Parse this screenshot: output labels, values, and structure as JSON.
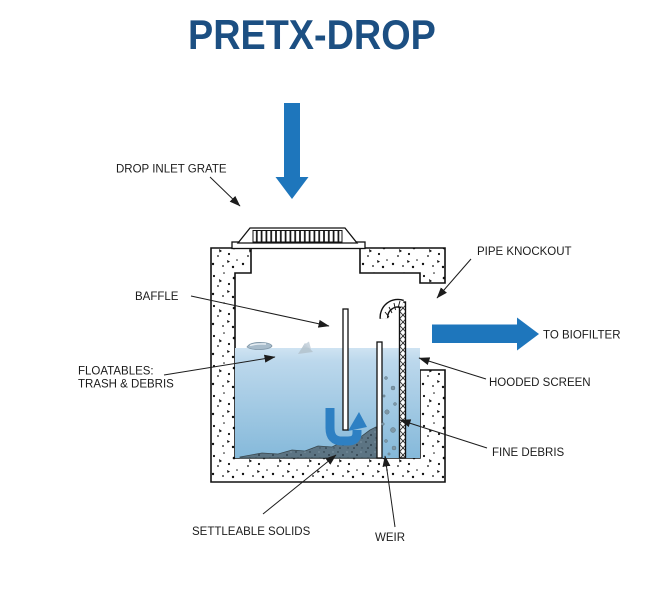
{
  "title": "PRETX-DROP",
  "labels": {
    "drop_inlet_grate": "DROP INLET GRATE",
    "pipe_knockout": "PIPE KNOCKOUT",
    "baffle": "BAFFLE",
    "to_biofilter": "TO BIOFILTER",
    "floatables_line1": "FLOATABLES:",
    "floatables_line2": "TRASH & DEBRIS",
    "hooded_screen": "HOODED SCREEN",
    "fine_debris": "FINE DEBRIS",
    "settleable_solids": "SETTLEABLE SOLIDS",
    "weir": "WEIR"
  },
  "colors": {
    "accent_blue": "#1e76bc",
    "flow_blue": "#2e80c3",
    "title_blue": "#1c4f82",
    "water_top": "#cfe3f2",
    "water_bottom": "#85b9da",
    "sediment": "#5c7483",
    "bubble": "#7e97a6",
    "floatable": "#a8bccb",
    "ink": "#1c1c1c"
  }
}
